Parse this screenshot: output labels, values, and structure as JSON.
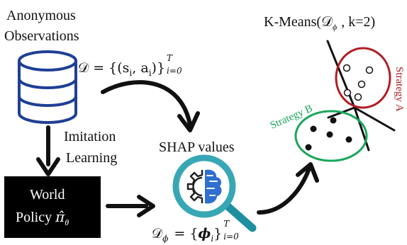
{
  "source": {
    "line1": "Anonymous",
    "line2": "Observations"
  },
  "dataset": {
    "lhs": "𝒟 = {(s",
    "sub_i": "i",
    "mid": ", a",
    "sub_i2": "i",
    "rhs": ")}",
    "sup_T": "T",
    "sub_range": "i=0"
  },
  "imitation": {
    "line1": "Imitation",
    "line2": "Learning"
  },
  "policy": {
    "line1": "World",
    "line2_prefix": "Policy ",
    "pi_hat": "π̂",
    "theta": "θ"
  },
  "shap": {
    "label": "SHAP values"
  },
  "shap_set": {
    "lhs": "𝒟",
    "sub_phi": "ϕ",
    "eq": "= {",
    "phi": "ϕ",
    "sub_i": "i",
    "rhs": "}",
    "sup_T": "T",
    "sub_range": "i=0"
  },
  "kmeans": {
    "prefix": "K-Means(𝒟",
    "sub_phi": "ϕ",
    "suffix": ", k=2)"
  },
  "clusters": {
    "a_label": "Strategy A",
    "b_label": "Strategy B"
  },
  "colors": {
    "database": "#1f3f95",
    "strategy_a": "#b01c22",
    "strategy_b": "#1aa65a",
    "magnifier_ring": "#38a7b5",
    "magnifier_handle": "#1d8fa0",
    "brain_blue": "#2f6fd0",
    "ink": "#111111"
  },
  "icons": [
    "database-icon",
    "magnifier-icon",
    "gear-icon",
    "brain-icon"
  ]
}
